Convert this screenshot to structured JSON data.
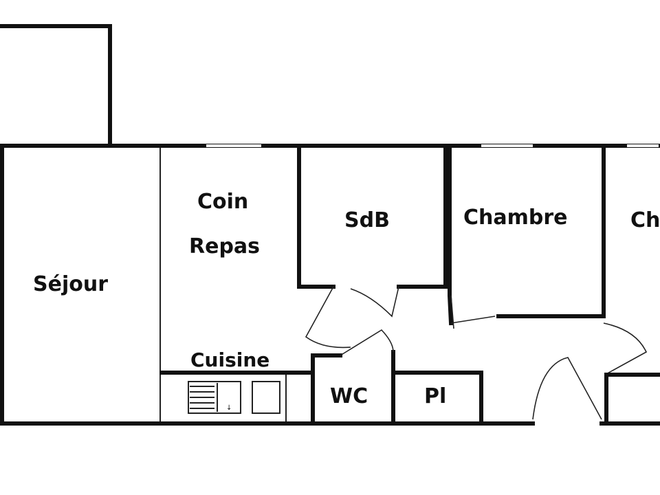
{
  "rooms": {
    "sejour": "Séjour",
    "coin": "Coin",
    "repas": "Repas",
    "cuisine": "Cuisine",
    "sdb": "SdB",
    "chambre1": "Chambre",
    "chambre2": "Ch",
    "wc": "WC",
    "pl": "Pl"
  }
}
